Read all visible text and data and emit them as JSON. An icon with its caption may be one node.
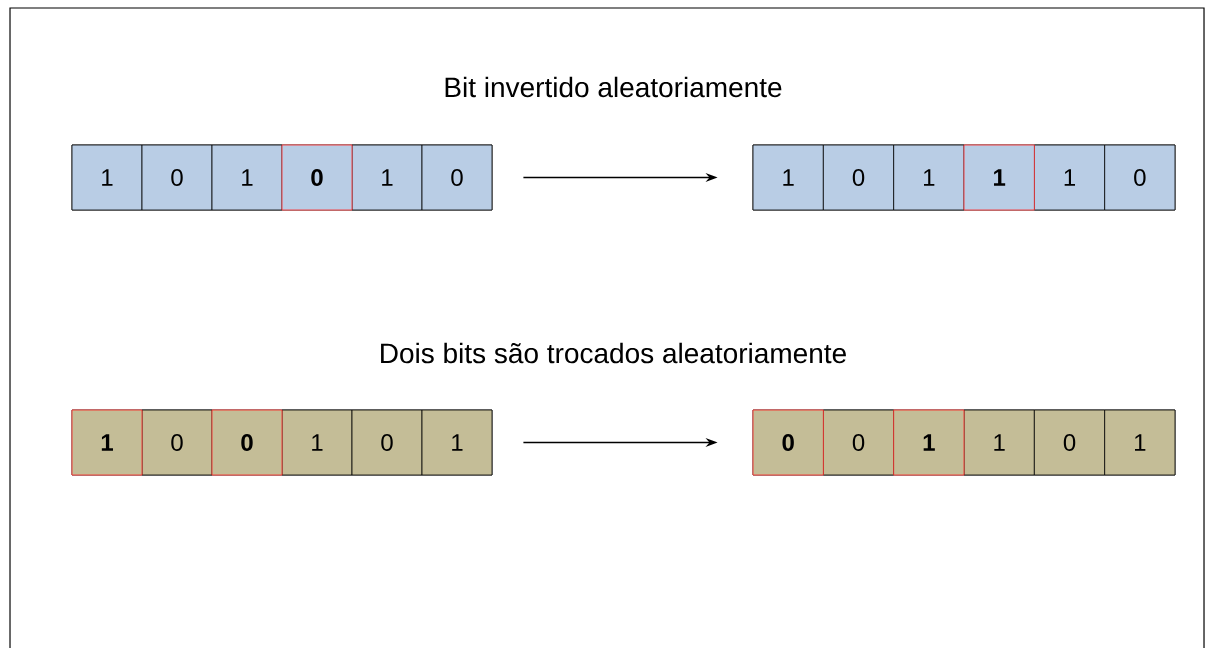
{
  "diagram": {
    "nodes": [
      {
        "text": [],
        "shape": "box"
      },
      {
        "text": [
          "1"
        ],
        "in": 0
      },
      {
        "text": [
          "0"
        ],
        "in": 0
      },
      {
        "text": [
          "1"
        ],
        "in": 0
      },
      {
        "text": [
          "0"
        ],
        "in": 0
      },
      {
        "text": [
          "1"
        ],
        "in": 0
      },
      {
        "text": [
          "0"
        ],
        "in": 0
      },
      {
        "text": [],
        "shape": "box"
      },
      {
        "text": [
          "1"
        ],
        "in": 7
      },
      {
        "text": [
          "0"
        ],
        "in": 7
      },
      {
        "text": [
          "1"
        ],
        "in": 7
      },
      {
        "text": [
          "1"
        ],
        "in": 7
      },
      {
        "text": [
          "1"
        ],
        "in": 7
      },
      {
        "text": [
          "0"
        ],
        "in": 7
      },
      {
        "text": [],
        "shape": "box"
      },
      {
        "text": [
          "1"
        ],
        "in": 14
      },
      {
        "text": [
          "0"
        ],
        "in": 14
      },
      {
        "text": [
          "0"
        ],
        "in": 14
      },
      {
        "text": [
          "1"
        ],
        "in": 14
      },
      {
        "text": [
          "0"
        ],
        "in": 14
      },
      {
        "text": [
          "1"
        ],
        "in": 14
      },
      {
        "text": [],
        "shape": "box"
      },
      {
        "text": [
          "0"
        ],
        "in": 21
      },
      {
        "text": [
          "0"
        ],
        "in": 21
      },
      {
        "text": [
          "1"
        ],
        "in": 21
      },
      {
        "text": [
          "1"
        ],
        "in": 21
      },
      {
        "text": [
          "0"
        ],
        "in": 21
      },
      {
        "text": [
          "1"
        ],
        "in": 21
      }
    ],
    "edges": [
      {
        "from": 0,
        "to": 7,
        "arrow": "to"
      },
      {
        "from": 14,
        "to": 21,
        "arrow": "to"
      }
    ],
    "labels": [
      "Bit invertido aleatoriamente",
      "Dois bits são trocados aleatoriamente"
    ]
  }
}
